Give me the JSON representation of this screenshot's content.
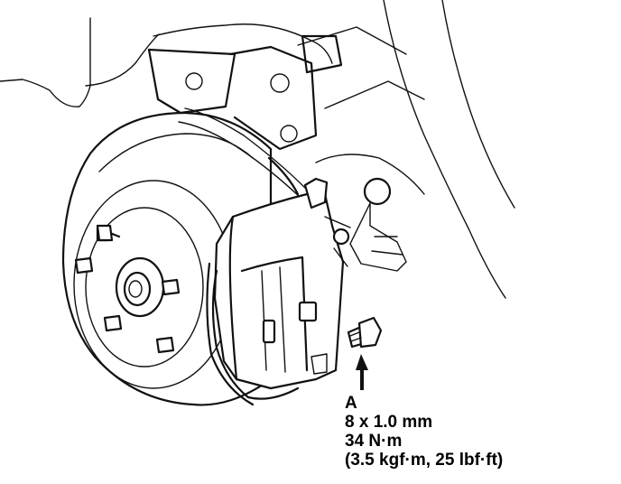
{
  "callout": {
    "ref_letter": "A",
    "bolt_size": "8 x 1.0 mm",
    "torque_nm": "34 N·m",
    "torque_alt": "(3.5 kgf·m, 25 lbf·ft)"
  }
}
